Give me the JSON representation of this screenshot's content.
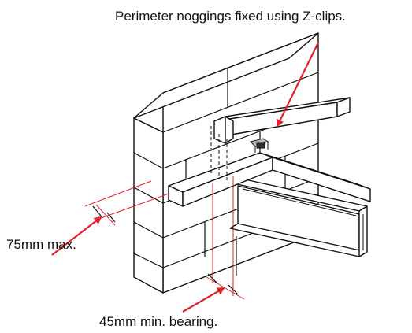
{
  "labels": {
    "noggings": "Perimeter noggings fixed using Z-clips.",
    "max_gap": "75mm max.",
    "min_bearing": "45mm min. bearing."
  },
  "colors": {
    "line": "#111111",
    "dimension": "#e0202a",
    "background": "#ffffff"
  }
}
